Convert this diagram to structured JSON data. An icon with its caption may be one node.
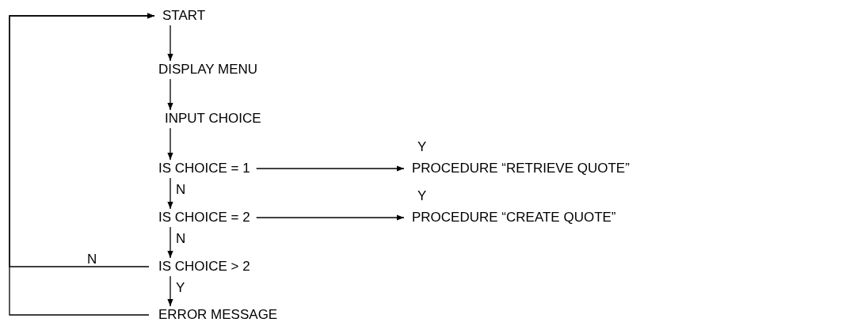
{
  "diagram": {
    "nodes": [
      {
        "text": [
          "START"
        ]
      },
      {
        "text": [
          "DISPLAY MENU"
        ]
      },
      {
        "text": [
          "INPUT CHOICE"
        ]
      },
      {
        "text": [
          "IS CHOICE = 1"
        ]
      },
      {
        "text": [
          "PROCEDURE “RETRIEVE QUOTE”"
        ]
      },
      {
        "text": [
          "IS CHOICE = 2"
        ]
      },
      {
        "text": [
          "PROCEDURE “CREATE QUOTE”"
        ]
      },
      {
        "text": [
          "IS CHOICE > 2"
        ]
      },
      {
        "text": [
          "ERROR MESSAGE"
        ]
      }
    ],
    "edges": [
      {
        "from": 0,
        "to": 1,
        "arrow": "to"
      },
      {
        "from": 1,
        "to": 2,
        "arrow": "to"
      },
      {
        "from": 2,
        "to": 3,
        "arrow": "to"
      },
      {
        "from": 3,
        "to": 4,
        "arrow": "to",
        "label": "Y"
      },
      {
        "from": 3,
        "to": 5,
        "arrow": "to",
        "label": "N"
      },
      {
        "from": 5,
        "to": 6,
        "arrow": "to",
        "label": "Y"
      },
      {
        "from": 5,
        "to": 7,
        "arrow": "to",
        "label": "N"
      },
      {
        "from": 7,
        "to": 8,
        "arrow": "to",
        "label": "Y"
      },
      {
        "from": 7,
        "to": 0,
        "arrow": "to",
        "label": "N"
      },
      {
        "from": 8,
        "to": 0,
        "arrow": "to"
      }
    ]
  }
}
